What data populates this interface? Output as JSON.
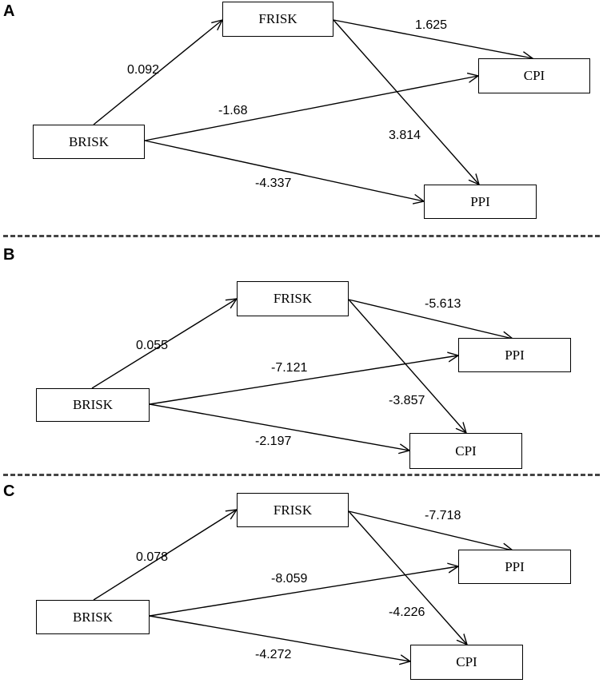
{
  "panels": [
    {
      "label": "A",
      "nodes": {
        "predictor": "BRISK",
        "mediator": "FRISK",
        "outcome_upper": "CPI",
        "outcome_lower": "PPI"
      },
      "paths": {
        "predictor_to_mediator": "0.092",
        "mediator_to_upper": "1.625",
        "mediator_to_lower": "3.814",
        "predictor_to_upper": "-1.68",
        "predictor_to_lower": "-4.337"
      }
    },
    {
      "label": "B",
      "nodes": {
        "predictor": "BRISK",
        "mediator": "FRISK",
        "outcome_upper": "PPI",
        "outcome_lower": "CPI"
      },
      "paths": {
        "predictor_to_mediator": "0.055",
        "mediator_to_upper": "-5.613",
        "mediator_to_lower": "-3.857",
        "predictor_to_upper": "-7.121",
        "predictor_to_lower": "-2.197"
      }
    },
    {
      "label": "C",
      "nodes": {
        "predictor": "BRISK",
        "mediator": "FRISK",
        "outcome_upper": "PPI",
        "outcome_lower": "CPI"
      },
      "paths": {
        "predictor_to_mediator": "0.078",
        "mediator_to_upper": "-7.718",
        "mediator_to_lower": "-4.226",
        "predictor_to_upper": "-8.059",
        "predictor_to_lower": "-4.272"
      }
    }
  ]
}
